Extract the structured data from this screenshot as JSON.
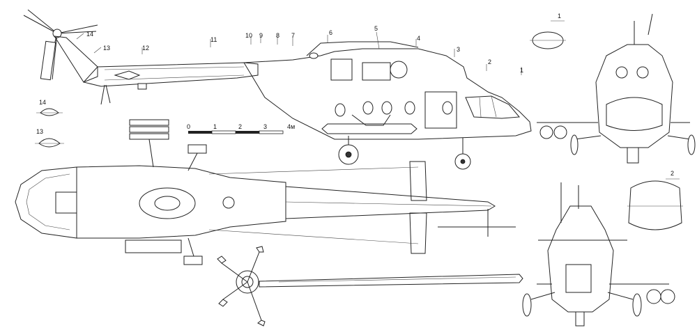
{
  "callouts": {
    "c1": "1",
    "c2": "2",
    "c3": "3",
    "c4": "4",
    "c5": "5",
    "c6": "6",
    "c7": "7",
    "c8": "8",
    "c9": "9",
    "c10": "10",
    "c11": "11",
    "c12": "12",
    "c13": "13",
    "c14": "14"
  },
  "sections": {
    "s1": "1",
    "s2": "2",
    "s13": "13",
    "s14": "14"
  },
  "scale": {
    "t0": "0",
    "t1": "1",
    "t2": "2",
    "t3": "3",
    "t4": "4м"
  },
  "colors": {
    "ink": "#222222",
    "paper": "#ffffff"
  }
}
